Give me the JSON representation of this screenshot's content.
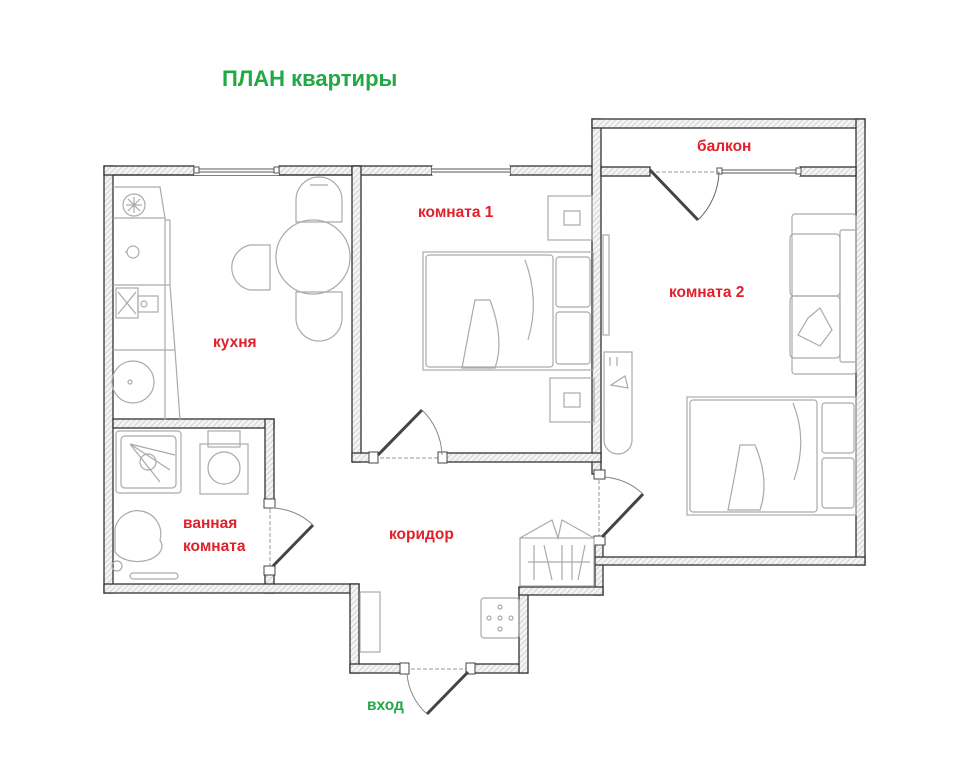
{
  "title": {
    "text": "ПЛАН квартиры",
    "color": "#22a846"
  },
  "colors": {
    "room_label": "#e0202a",
    "entry_label": "#22a846",
    "wall_outline": "#333333",
    "wall_hatch": "#b8b8b8",
    "furniture": "#a8a8a8"
  },
  "rooms": [
    {
      "id": "kitchen",
      "label": "кухня"
    },
    {
      "id": "room1",
      "label": "комната 1"
    },
    {
      "id": "room2",
      "label": "комната 2"
    },
    {
      "id": "balcony",
      "label": "балкон"
    },
    {
      "id": "bathroom",
      "label_line1": "ванная",
      "label_line2": "комната"
    },
    {
      "id": "corridor",
      "label": "коридор"
    }
  ],
  "entry": {
    "label": "вход"
  }
}
